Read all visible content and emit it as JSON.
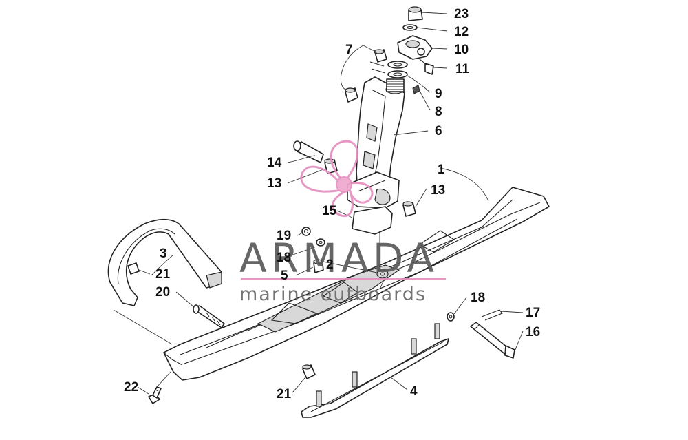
{
  "callouts": {
    "c23": "23",
    "c12": "12",
    "c10": "10",
    "c11": "11",
    "c7": "7",
    "c9": "9",
    "c8": "8",
    "c6": "6",
    "c14": "14",
    "c1": "1",
    "c13a": "13",
    "c13b": "13",
    "c15": "15",
    "c19": "19",
    "c3": "3",
    "c18a": "18",
    "c2": "2",
    "c21a": "21",
    "c5": "5",
    "c20": "20",
    "c18b": "18",
    "c17": "17",
    "c16": "16",
    "c22": "22",
    "c21b": "21",
    "c4": "4"
  },
  "watermark": {
    "name": "ARMADA",
    "tagline": "marine outboards",
    "logo_icon": "propeller-logo-icon",
    "accent_color": "#e58fc0",
    "text_color": "#5a5a5a"
  }
}
